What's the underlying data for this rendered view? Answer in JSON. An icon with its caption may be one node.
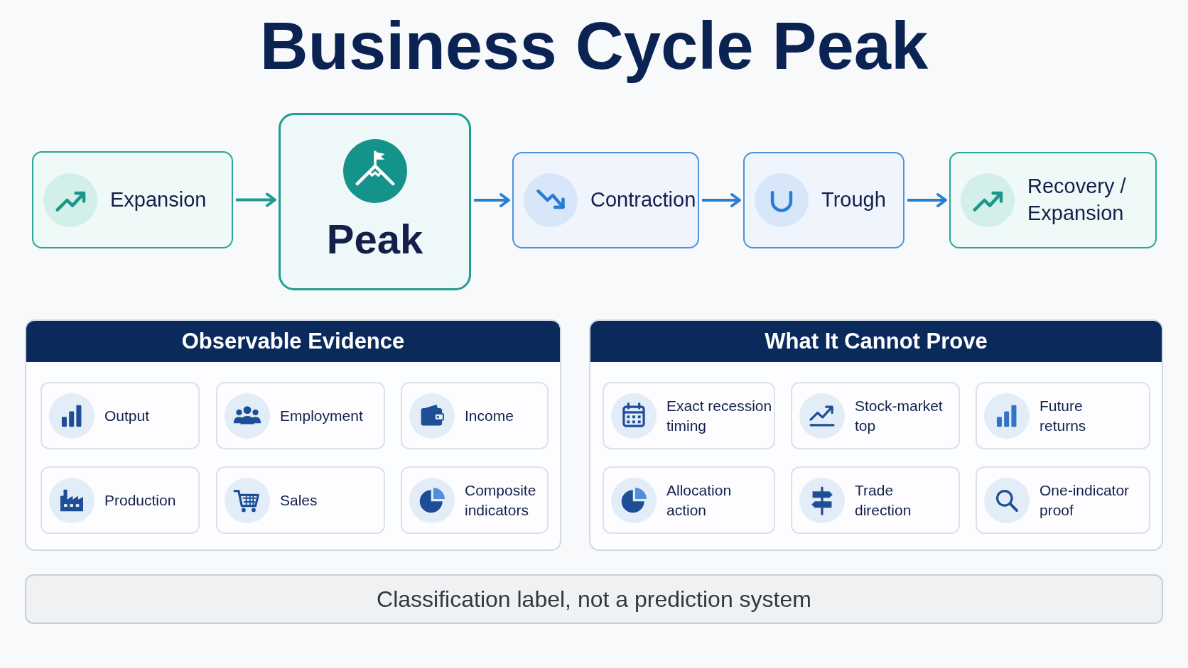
{
  "diagram": {
    "title": "Business Cycle Peak",
    "nodes": [
      {
        "text": [
          "Expansion"
        ]
      },
      {
        "text": [
          "Peak"
        ]
      },
      {
        "text": [
          "Contraction"
        ]
      },
      {
        "text": [
          "Trough"
        ]
      },
      {
        "text": [
          "Recovery / Expansion"
        ]
      },
      {
        "text": [
          "Observable Evidence"
        ]
      },
      {
        "text": [
          "Output"
        ],
        "in": 5
      },
      {
        "text": [
          "Employment"
        ],
        "in": 5
      },
      {
        "text": [
          "Income"
        ],
        "in": 5
      },
      {
        "text": [
          "Production"
        ],
        "in": 5
      },
      {
        "text": [
          "Sales"
        ],
        "in": 5
      },
      {
        "text": [
          "Composite indicators"
        ],
        "in": 5
      },
      {
        "text": [
          "What It Cannot Prove"
        ]
      },
      {
        "text": [
          "Exact recession timing"
        ],
        "in": 12
      },
      {
        "text": [
          "Stock-market top"
        ],
        "in": 12
      },
      {
        "text": [
          "Future returns"
        ],
        "in": 12
      },
      {
        "text": [
          "Allocation action"
        ],
        "in": 12
      },
      {
        "text": [
          "Trade direction"
        ],
        "in": 12
      },
      {
        "text": [
          "One-indicator proof"
        ],
        "in": 12
      },
      {
        "text": [
          "Classification label, not a prediction system"
        ]
      }
    ],
    "edges": [
      {
        "from": 0,
        "to": 1,
        "arrow": "to",
        "color": "#1e9a8e"
      },
      {
        "from": 1,
        "to": 2,
        "arrow": "to"
      },
      {
        "from": 2,
        "to": 3,
        "arrow": "to"
      },
      {
        "from": 3,
        "to": 4,
        "arrow": "to"
      }
    ]
  }
}
